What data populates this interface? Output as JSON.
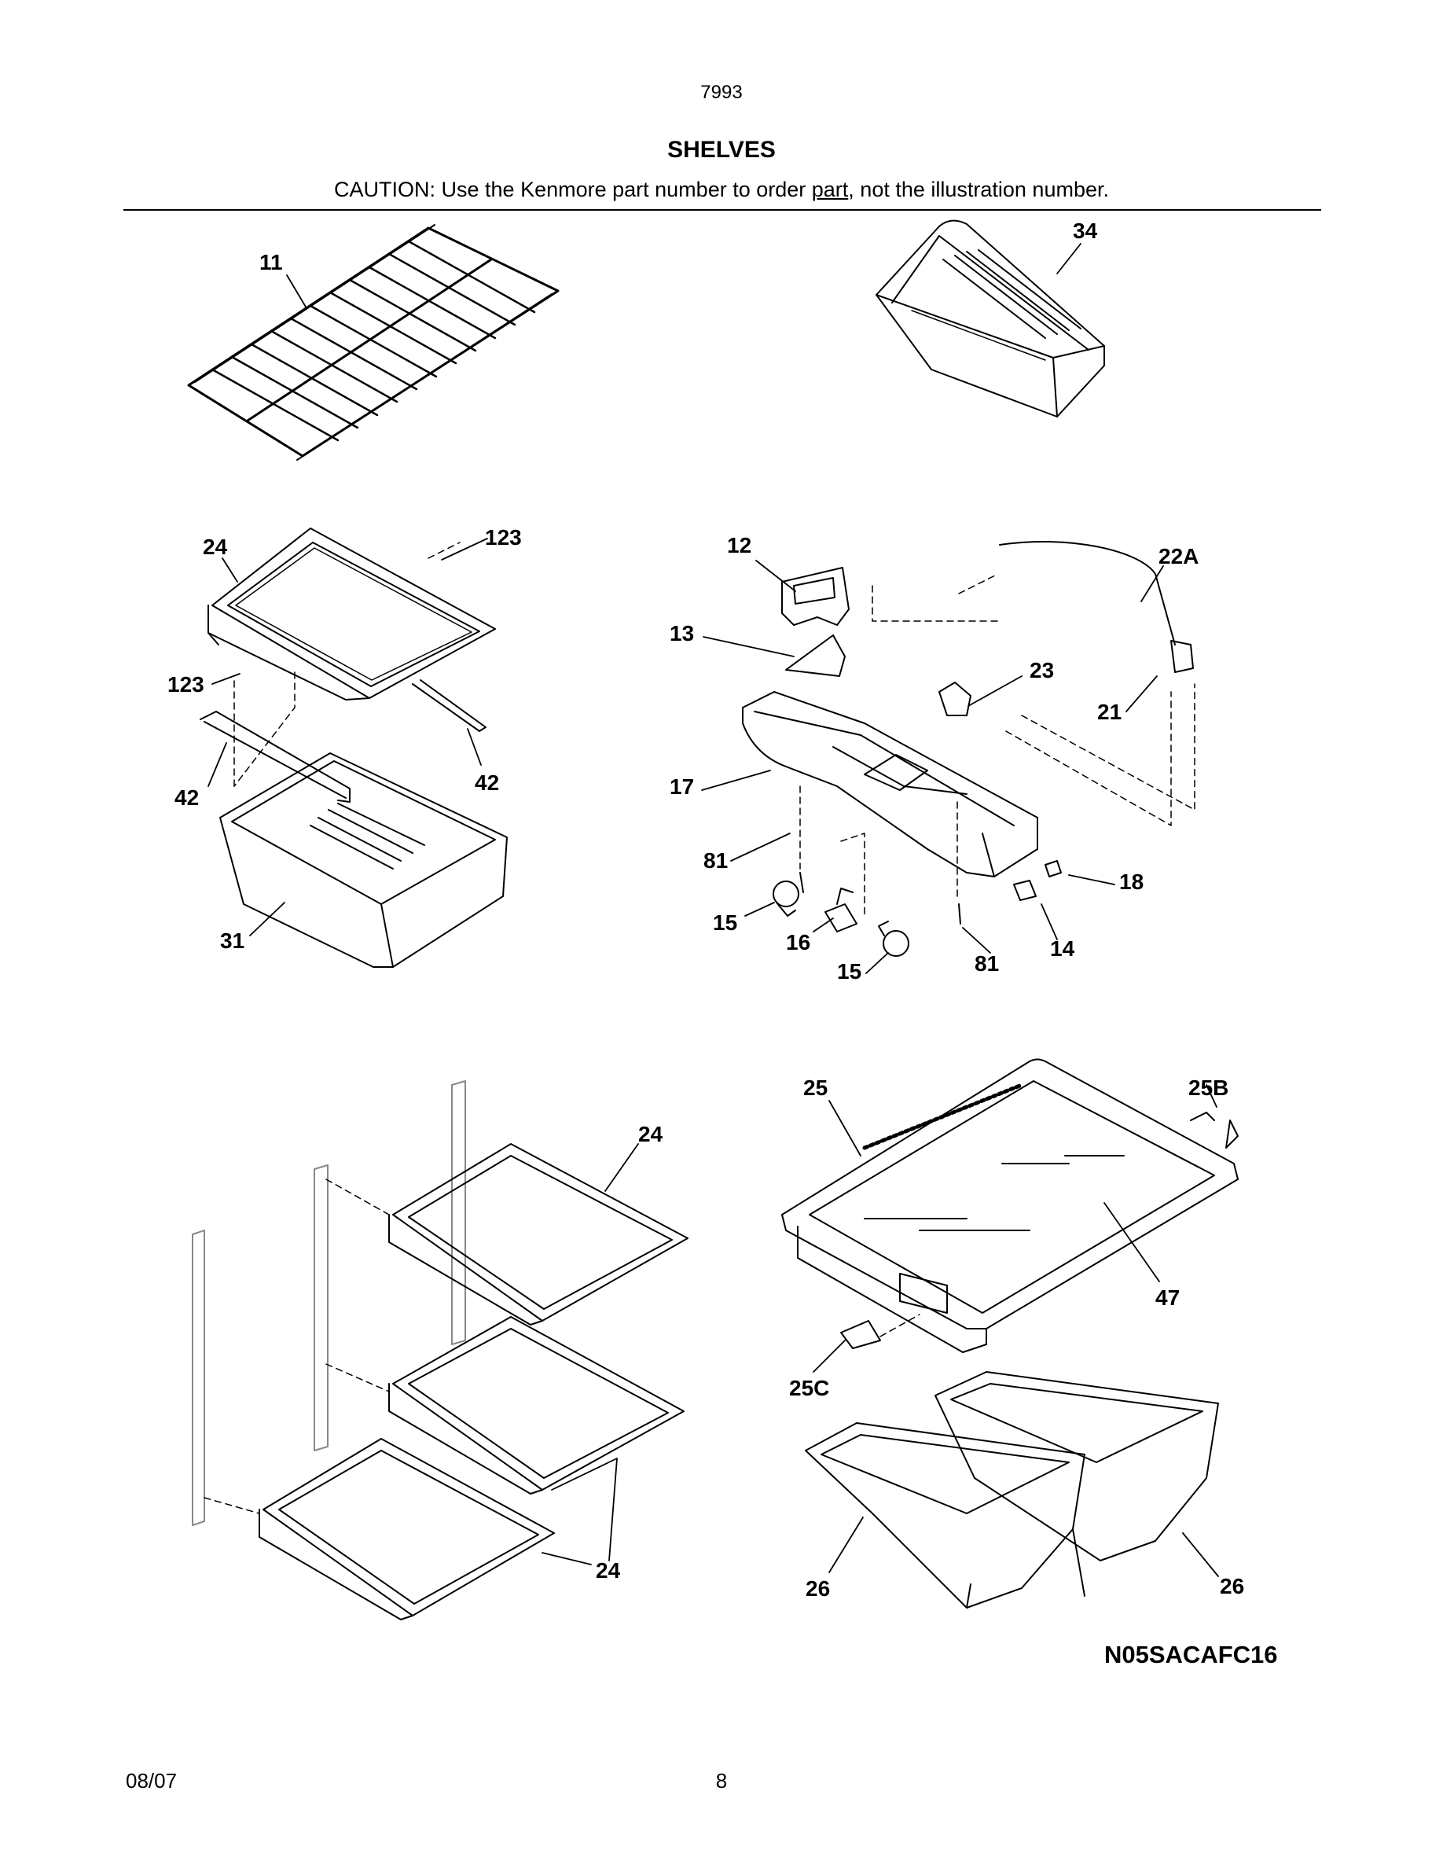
{
  "header": {
    "model": "7993",
    "title": "SHELVES",
    "caution_before": "CAUTION: Use the Kenmore part number to order ",
    "caution_underlined": "part",
    "caution_after": ", not the illustration number."
  },
  "callouts": {
    "c11": "11",
    "c34": "34",
    "c24_top": "24",
    "c123_top": "123",
    "c123_left": "123",
    "c42_left": "42",
    "c42_right": "42",
    "c31": "31",
    "c12": "12",
    "c22A": "22A",
    "c13": "13",
    "c23": "23",
    "c21": "21",
    "c17": "17",
    "c81_left": "81",
    "c18": "18",
    "c15_left": "15",
    "c16": "16",
    "c15_right": "15",
    "c81_right": "81",
    "c14": "14",
    "c25": "25",
    "c25B": "25B",
    "c24_mid": "24",
    "c47": "47",
    "c25C": "25C",
    "c24_bottom": "24",
    "c26_left": "26",
    "c26_right": "26"
  },
  "diagram_code": "N05SACAFC16",
  "footer": {
    "date": "08/07",
    "page": "8"
  }
}
